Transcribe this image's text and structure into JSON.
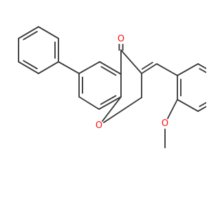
{
  "molecule": {
    "atoms": {
      "ketone_oxygen": {
        "symbol": "O",
        "color": "#ff0d0d"
      },
      "ring_oxygen": {
        "symbol": "O",
        "color": "#ff0d0d"
      },
      "methoxy_oxygen": {
        "symbol": "O",
        "color": "#ff0d0d"
      }
    },
    "bond_color": "#3c3c3c",
    "background": "#ffffff"
  }
}
